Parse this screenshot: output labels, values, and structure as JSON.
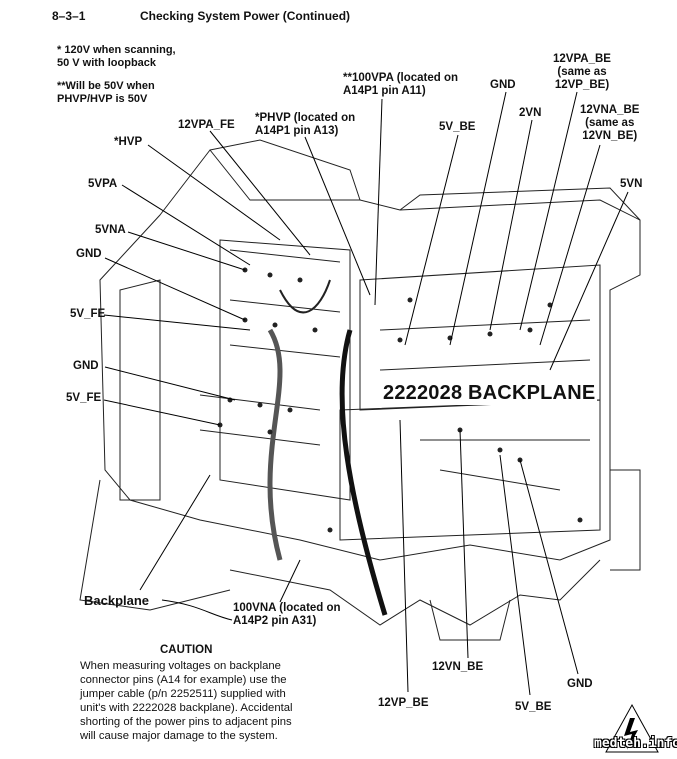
{
  "header": {
    "section": "8–3–1",
    "title": "Checking System Power (Continued)"
  },
  "notes": [
    {
      "lines": [
        "* 120V when scanning,",
        "50 V with loopback"
      ]
    },
    {
      "lines": [
        "**Will be 50V when",
        "PHVP/HVP is 50V"
      ]
    }
  ],
  "labels": {
    "vpa100": [
      "**100VPA (located on",
      "A14P1 pin A11)"
    ],
    "gnd_top": "GND",
    "vpa12_be": [
      "12VPA_BE",
      "(same as",
      "12VP_BE)"
    ],
    "vn2": "2VN",
    "vna12_be": [
      "12VNA_BE",
      "(same as",
      "12VN_BE)"
    ],
    "v5_be_top": "5V_BE",
    "phvp": [
      "*PHVP (located on",
      "A14P1 pin A13)"
    ],
    "vpa12_fe": "12VPA_FE",
    "hvp": "*HVP",
    "vpa5": "5VPA",
    "vn5": "5VN",
    "vna5": "5VNA",
    "gnd_left1": "GND",
    "v5_fe1": "5V_FE",
    "gnd_left2": "GND",
    "v5_fe2": "5V_FE",
    "backplane_big": "2222028 BACKPLANE",
    "backplane": "Backplane",
    "vna100": [
      "100VNA (located on",
      "A14P2 pin A31)"
    ],
    "vn12_be": "12VN_BE",
    "gnd_bottom": "GND",
    "vp12_be": "12VP_BE",
    "v5_be_bottom": "5V_BE"
  },
  "caution": {
    "title": "CAUTION",
    "lines": [
      "When measuring voltages on backplane",
      "connector pins (A14 for example) use the",
      "jumper cable (p/n 2252511) supplied with",
      "unit's with 2222028 backplane).  Accidental",
      "shorting of the power pins to adjacent pins",
      "will cause major damage to the system."
    ]
  },
  "watermark": "medteh.info",
  "icons": {
    "warning": "high-voltage-warning-icon"
  }
}
